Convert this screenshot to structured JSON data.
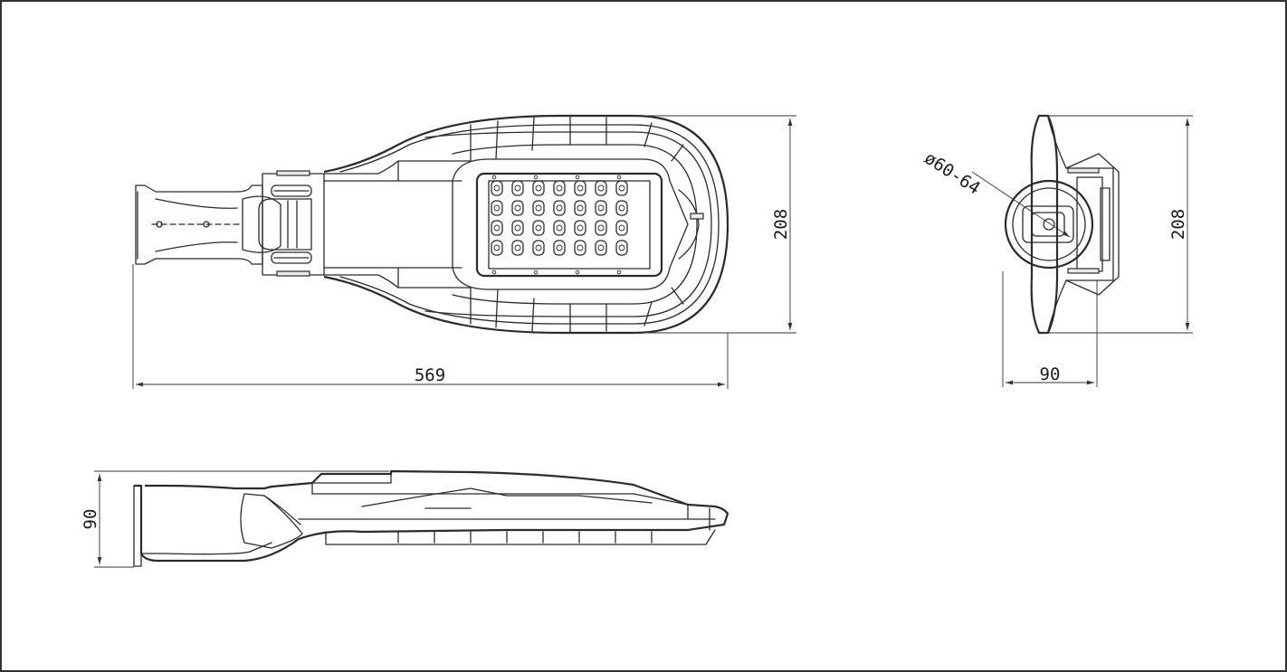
{
  "dimensions": {
    "top_view_length": "569",
    "top_view_width": "208",
    "end_view_height": "208",
    "end_view_depth": "90",
    "pole_diameter": "ø60-64",
    "side_view_height": "90"
  },
  "led_array": {
    "columns": 7,
    "rows": 4
  }
}
